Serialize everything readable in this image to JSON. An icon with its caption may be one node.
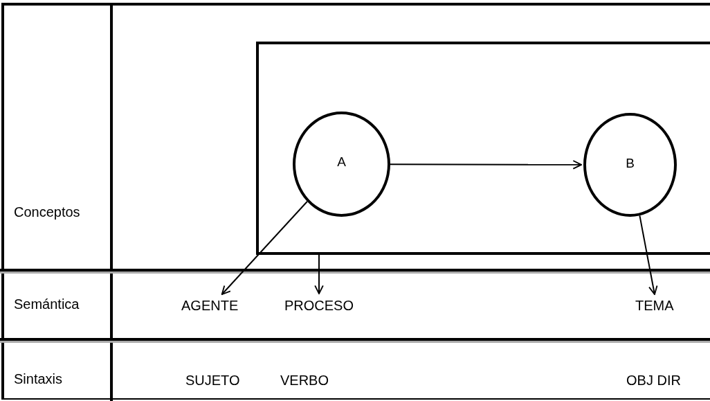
{
  "diagram": {
    "nodes": [
      {
        "text": [
          "Conceptos"
        ]
      },
      {
        "text": [],
        "shape": "box",
        "in": 0
      },
      {
        "text": [
          "A"
        ],
        "in": 1
      },
      {
        "text": [
          "B"
        ],
        "in": 1
      },
      {
        "text": [
          "Semántica"
        ]
      },
      {
        "text": [
          "AGENTE"
        ],
        "in": 4
      },
      {
        "text": [
          "PROCESO"
        ],
        "in": 4
      },
      {
        "text": [
          "TEMA"
        ],
        "in": 4
      },
      {
        "text": [
          "Sintaxis"
        ]
      }
    ],
    "edges": [
      {
        "from": 2,
        "to": 3,
        "arrow": "to"
      },
      {
        "from": 2,
        "to": 5,
        "arrow": "to"
      },
      {
        "from": 1,
        "to": 6,
        "arrow": "to"
      },
      {
        "from": 3,
        "to": 7,
        "arrow": "to"
      }
    ],
    "labels": [
      "SUJETO",
      "VERBO",
      "OBJ DIR"
    ]
  }
}
